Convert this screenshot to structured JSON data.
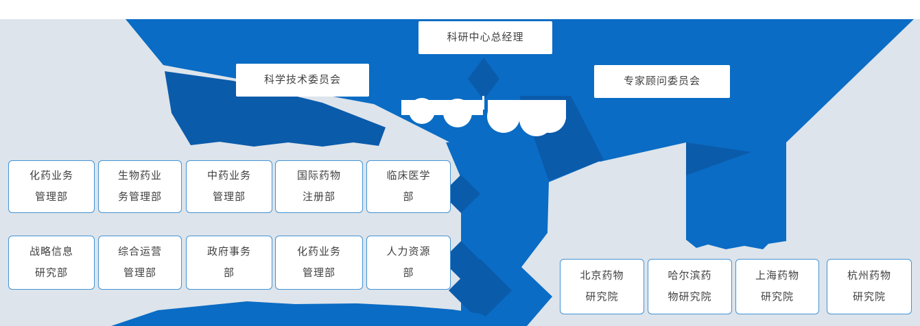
{
  "colors": {
    "background": "#dde4eb",
    "top_strip": "#ffffff",
    "primary_blue": "#0a6cc4",
    "dark_blue": "#0b5bab",
    "box_background": "#ffffff",
    "box_border": "#4292d4",
    "box_text": "#3f3f3f"
  },
  "org_chart": {
    "top_node": {
      "label": "科研中心总经理"
    },
    "committee_left": {
      "label": "科学技术委员会"
    },
    "committee_right": {
      "label": "专家顾问委员会"
    },
    "department_rows": [
      {
        "items": [
          {
            "label": "化药业务\n管理部"
          },
          {
            "label": "生物药业\n务管理部"
          },
          {
            "label": "中药业务\n管理部"
          },
          {
            "label": "国际药物\n注册部"
          },
          {
            "label": "临床医学\n部"
          }
        ]
      },
      {
        "items": [
          {
            "label": "战略信息\n研究部"
          },
          {
            "label": "综合运营\n管理部"
          },
          {
            "label": "政府事务\n部"
          },
          {
            "label": "化药业务\n管理部"
          },
          {
            "label": "人力资源\n部"
          }
        ]
      }
    ],
    "institutes": {
      "items": [
        {
          "label": "北京药物\n研究院"
        },
        {
          "label": "哈尔滨药\n物研究院"
        },
        {
          "label": "上海药物\n研究院"
        },
        {
          "label": "杭州药物\n研究院"
        }
      ]
    }
  }
}
